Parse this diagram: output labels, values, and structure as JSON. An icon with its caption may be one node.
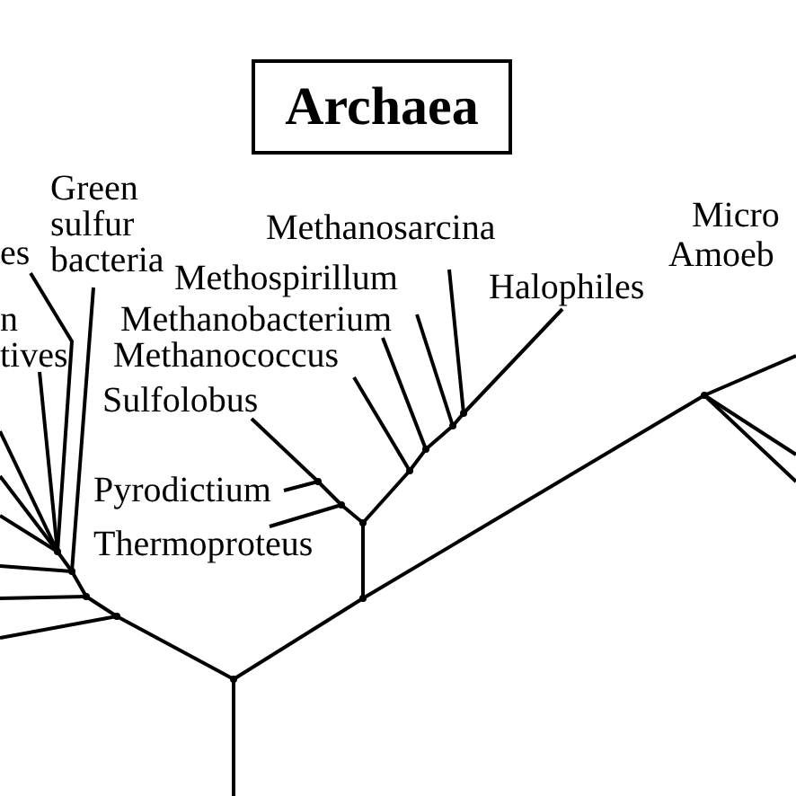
{
  "diagram": {
    "title": "Archaea",
    "nodes": [
      {
        "text": [
          "es"
        ]
      },
      {
        "text": [
          "n tives"
        ]
      },
      {
        "text": [
          "Green sulfur bacteria"
        ]
      },
      {
        "text": [
          "Methanosarcina"
        ]
      },
      {
        "text": [
          "Methospirillum"
        ]
      },
      {
        "text": [
          "Methanobacterium"
        ]
      },
      {
        "text": [
          "Methanococcus"
        ]
      },
      {
        "text": [
          "Sulfolobus"
        ]
      },
      {
        "text": [
          "Pyrodictium"
        ]
      },
      {
        "text": [
          "Thermoproteus"
        ]
      },
      {
        "text": [
          "Halophiles"
        ]
      },
      {
        "text": [],
        "shape": "point"
      },
      {
        "text": [],
        "shape": "point"
      },
      {
        "text": [],
        "shape": "point"
      },
      {
        "text": [],
        "shape": "point"
      },
      {
        "text": [],
        "shape": "point"
      },
      {
        "text": [],
        "shape": "point"
      },
      {
        "text": [],
        "shape": "point"
      },
      {
        "text": [],
        "shape": "point"
      },
      {
        "text": [],
        "shape": "point"
      },
      {
        "text": [],
        "shape": "point"
      },
      {
        "text": [],
        "shape": "point"
      },
      {
        "text": [],
        "shape": "point"
      },
      {
        "text": [],
        "shape": "point"
      },
      {
        "text": [],
        "shape": "point"
      }
    ],
    "edges": [
      {
        "from": 11,
        "to": null,
        "arrow": "none"
      },
      {
        "from": 11,
        "to": 12,
        "arrow": "none"
      },
      {
        "from": 12,
        "to": null,
        "arrow": "none"
      },
      {
        "from": 12,
        "to": 13,
        "arrow": "none"
      },
      {
        "from": 13,
        "to": null,
        "arrow": "none"
      },
      {
        "from": 13,
        "to": 14,
        "arrow": "none"
      },
      {
        "from": 14,
        "to": null,
        "arrow": "none"
      },
      {
        "from": 14,
        "to": 2,
        "arrow": "none"
      },
      {
        "from": 14,
        "to": 15,
        "arrow": "none"
      },
      {
        "from": 15,
        "to": 0,
        "arrow": "none"
      },
      {
        "from": 15,
        "to": 1,
        "arrow": "none"
      },
      {
        "from": 15,
        "to": null,
        "arrow": "none"
      },
      {
        "from": 15,
        "to": null,
        "arrow": "none"
      },
      {
        "from": 15,
        "to": null,
        "arrow": "none"
      },
      {
        "from": 11,
        "to": 16,
        "arrow": "none"
      },
      {
        "from": 16,
        "to": 17,
        "arrow": "none"
      },
      {
        "from": 17,
        "to": 18,
        "arrow": "none"
      },
      {
        "from": 18,
        "to": 9,
        "arrow": "none"
      },
      {
        "from": 18,
        "to": 19,
        "arrow": "none"
      },
      {
        "from": 19,
        "to": 8,
        "arrow": "none"
      },
      {
        "from": 19,
        "to": 7,
        "arrow": "none"
      },
      {
        "from": 17,
        "to": 20,
        "arrow": "none"
      },
      {
        "from": 20,
        "to": 6,
        "arrow": "none"
      },
      {
        "from": 20,
        "to": 21,
        "arrow": "none"
      },
      {
        "from": 21,
        "to": 5,
        "arrow": "none"
      },
      {
        "from": 21,
        "to": 22,
        "arrow": "none"
      },
      {
        "from": 22,
        "to": 4,
        "arrow": "none"
      },
      {
        "from": 22,
        "to": 23,
        "arrow": "none"
      },
      {
        "from": 23,
        "to": 3,
        "arrow": "none"
      },
      {
        "from": 23,
        "to": 10,
        "arrow": "none"
      },
      {
        "from": 16,
        "to": 24,
        "arrow": "none"
      },
      {
        "from": 24,
        "to": null,
        "arrow": "none"
      },
      {
        "from": 24,
        "to": null,
        "arrow": "none"
      },
      {
        "from": 24,
        "to": null,
        "arrow": "none"
      }
    ],
    "labels": [
      "Micro",
      "Amoeb"
    ]
  }
}
